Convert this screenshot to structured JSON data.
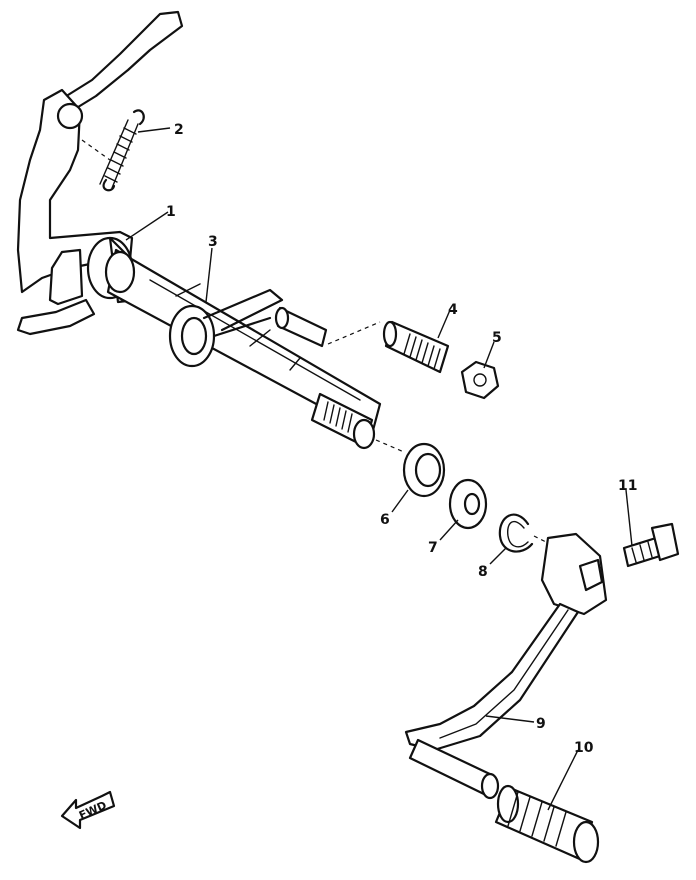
{
  "callouts": {
    "c1": "1",
    "c2": "2",
    "c3": "3",
    "c4": "4",
    "c5": "5",
    "c6": "6",
    "c7": "7",
    "c8": "8",
    "c9": "9",
    "c10": "10",
    "c11": "11"
  },
  "fwd_label": "FWD",
  "colors": {
    "ink": "#111111",
    "paper": "#ffffff"
  }
}
